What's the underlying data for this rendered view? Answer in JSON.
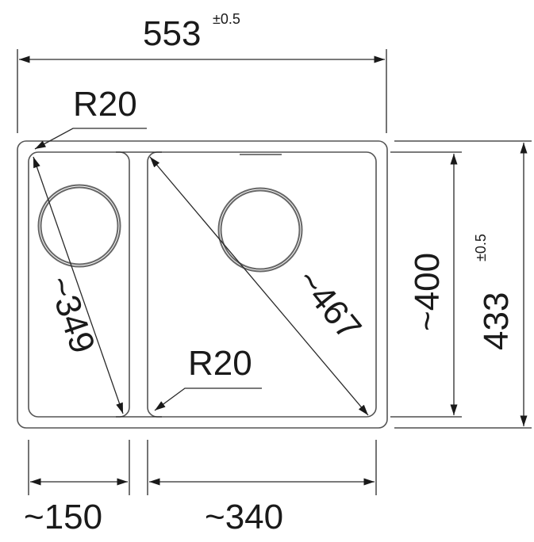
{
  "drawing": {
    "width": {
      "value": "553",
      "tolerance": "±0.5"
    },
    "height": {
      "value": "433",
      "tolerance": "±0.5"
    },
    "inner_height": "~400",
    "left_bowl_width": "~150",
    "right_bowl_width": "~340",
    "left_diagonal": "~349",
    "right_diagonal": "~467",
    "radius_top": "R20",
    "radius_bottom": "R20"
  }
}
